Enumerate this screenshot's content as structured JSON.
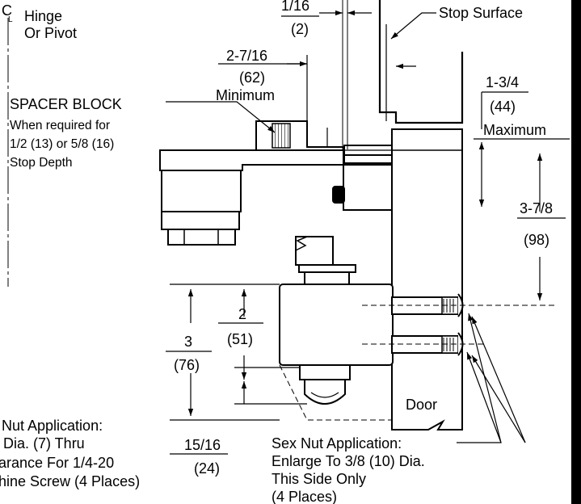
{
  "hinge_label": {
    "symbol_c": "C",
    "symbol_l": "L",
    "line1": "Hinge",
    "line2": "Or Pivot"
  },
  "dim_1_16": {
    "fraction": "1/16",
    "metric": "(2)"
  },
  "stop_surface": "Stop Surface",
  "dim_2_7_16": {
    "fraction": "2-7/16",
    "metric": "(62)",
    "note": "Minimum"
  },
  "spacer_block": {
    "title": "SPACER BLOCK",
    "line1": "When required for",
    "line2": "1/2 (13) or 5/8 (16)",
    "line3": "Stop Depth"
  },
  "dim_1_3_4": {
    "fraction": "1-3/4",
    "metric": "(44)",
    "note": "Maximum"
  },
  "dim_3_7_8": {
    "fraction": "3-7/8",
    "metric": "(98)"
  },
  "dim_3": {
    "fraction": "3",
    "metric": "(76)"
  },
  "dim_2": {
    "fraction": "2",
    "metric": "(51)"
  },
  "dim_15_16": {
    "fraction": "15/16",
    "metric": "(24)"
  },
  "door_label": "Door",
  "nut_note_left": {
    "line1": "Nut Application:",
    "line2": "Dia. (7) Thru",
    "line3": "arance For 1/4-20",
    "line4": "hine Screw (4 Places)"
  },
  "sex_nut_note": {
    "line1": "Sex Nut Application:",
    "line2": "Enlarge To 3/8 (10) Dia.",
    "line3": "This Side Only",
    "line4": "(4 Places)"
  }
}
